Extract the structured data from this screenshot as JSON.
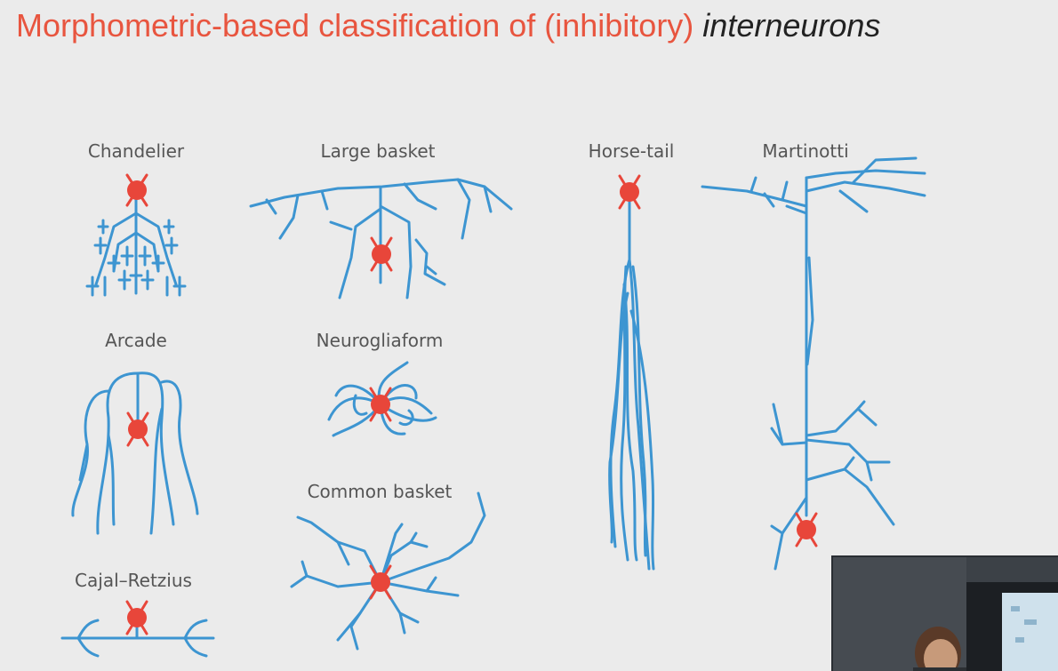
{
  "slide": {
    "title_main": "Morphometric-based classification of (inhibitory) ",
    "title_emph": "interneurons"
  },
  "cells": {
    "chandelier": "Chandelier",
    "large_basket": "Large basket",
    "horse_tail": "Horse-tail",
    "martinotti": "Martinotti",
    "arcade": "Arcade",
    "neurogliaform": "Neurogliaform",
    "common_basket": "Common basket",
    "cajal_retzius": "Cajal–Retzius"
  },
  "colors": {
    "title": "#e8553f",
    "neurite": "#3d95d1",
    "soma": "#e8463a",
    "background": "#ebebeb"
  }
}
